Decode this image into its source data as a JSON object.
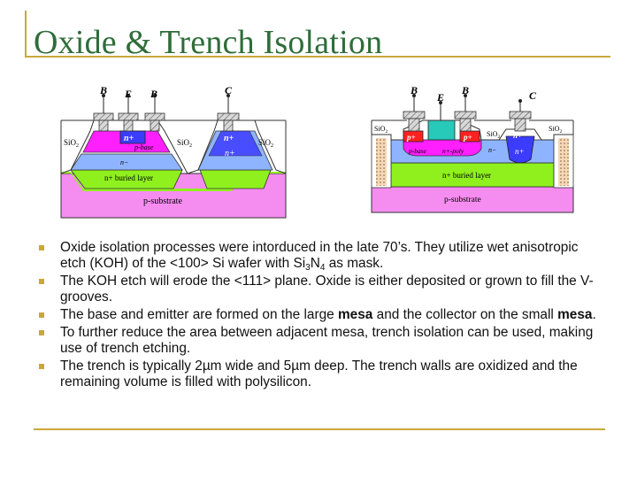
{
  "slide": {
    "title": "Oxide & Trench Isolation"
  },
  "figure_left": {
    "terminals": [
      "B",
      "E",
      "B",
      "C"
    ],
    "labels": {
      "sio2_left": "SiO",
      "sio2_mid": "SiO",
      "sio2_right": "SiO",
      "sub2": "2",
      "emitter": "n+",
      "base": "p-base",
      "n_minus": "n−",
      "collector_contact": "n+",
      "collector_n": "n+",
      "buried": "n+ buried layer",
      "substrate": "p-substrate"
    }
  },
  "figure_right": {
    "terminals": [
      "B",
      "E",
      "B",
      "C"
    ],
    "labels": {
      "sio2_left": "SiO",
      "sio2_mid": "SiO",
      "sio2_right": "SiO",
      "sub2": "2",
      "p_plus_left": "p+",
      "p_plus_right": "p+",
      "base": "p-base",
      "poly": "n+-poly",
      "n_minus": "n−",
      "collector_contact": "n+",
      "collector_n": "n+",
      "buried": "n+ buried layer",
      "substrate": "p-substrate"
    }
  },
  "bullets": [
    {
      "segments": [
        {
          "text": "Oxide isolation processes were intorduced in the late 70’s. They utilize wet anisotropic etch (KOH) of the <100> Si wafer with Si"
        },
        {
          "text": "3",
          "sub": true
        },
        {
          "text": "N"
        },
        {
          "text": "4",
          "sub": true
        },
        {
          "text": " as mask."
        }
      ]
    },
    {
      "segments": [
        {
          "text": "The KOH etch will erode the <111> plane. Oxide is either deposited or grown to fill the V-grooves."
        }
      ]
    },
    {
      "segments": [
        {
          "text": "The base and emitter are formed on the large "
        },
        {
          "text": "mesa",
          "bold": true
        },
        {
          "text": " and the collector on the small "
        },
        {
          "text": "mesa",
          "bold": true
        },
        {
          "text": "."
        }
      ]
    },
    {
      "segments": [
        {
          "text": "To further reduce the area between adjacent mesa, trench isolation can be used, making use of trench etching."
        }
      ]
    },
    {
      "segments": [
        {
          "text": "The trench is typically 2µm wide and 5µm deep. The trench walls are oxidized and the remaining volume is filled with polysilicon."
        }
      ]
    }
  ],
  "colors": {
    "title": "#2f6d3a",
    "rule": "#c9a83a",
    "substrate": "#f58cf0",
    "buried": "#8ff01e",
    "n_minus": "#8fb4ff",
    "n_plus": "#3c3cff",
    "p_base": "#ff1fff",
    "p_plus": "#ff2020",
    "oxide": "#ffffff",
    "metal": "#c8c8c8",
    "poly": "#27c9b8"
  }
}
